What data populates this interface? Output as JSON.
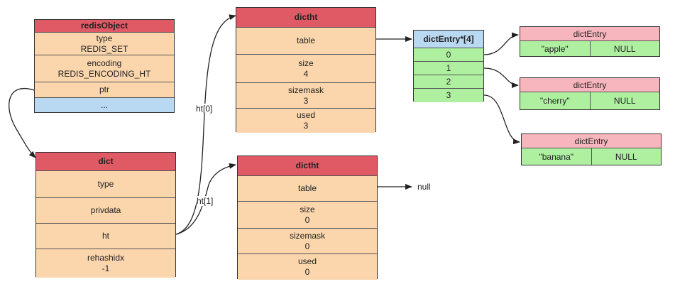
{
  "redisObject": {
    "header": "redisObject",
    "fields": [
      {
        "name": "type",
        "value": "REDIS_SET"
      },
      {
        "name": "encoding",
        "value": "REDIS_ENCODING_HT"
      },
      {
        "name": "ptr",
        "value": ""
      },
      {
        "name": "...",
        "value": ""
      }
    ]
  },
  "dict": {
    "header": "dict",
    "fields": [
      {
        "name": "type",
        "value": ""
      },
      {
        "name": "privdata",
        "value": ""
      },
      {
        "name": "ht",
        "value": ""
      },
      {
        "name": "rehashidx",
        "value": "-1"
      }
    ]
  },
  "dictht0": {
    "header": "dictht",
    "fields": [
      {
        "name": "table",
        "value": ""
      },
      {
        "name": "size",
        "value": "4"
      },
      {
        "name": "sizemask",
        "value": "3"
      },
      {
        "name": "used",
        "value": "3"
      }
    ]
  },
  "dictht1": {
    "header": "dictht",
    "fields": [
      {
        "name": "table",
        "value": ""
      },
      {
        "name": "size",
        "value": "0"
      },
      {
        "name": "sizemask",
        "value": "0"
      },
      {
        "name": "used",
        "value": "0"
      }
    ]
  },
  "array": {
    "header": "dictEntry*[4]",
    "slots": [
      "0",
      "1",
      "2",
      "3"
    ]
  },
  "entries": [
    {
      "header": "dictEntry",
      "key": "\"apple\"",
      "value": "NULL"
    },
    {
      "header": "dictEntry",
      "key": "\"cherry\"",
      "value": "NULL"
    },
    {
      "header": "dictEntry",
      "key": "\"banana\"",
      "value": "NULL"
    }
  ],
  "labels": {
    "ht0": "ht[0]",
    "ht1": "ht[1]",
    "null": "null"
  }
}
